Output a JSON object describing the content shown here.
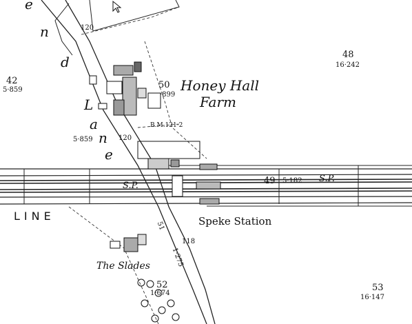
{
  "map": {
    "place_names": {
      "farm_line1": "Honey Hall",
      "farm_line2": "Farm",
      "station": "Speke Station",
      "slades": "The Slades",
      "railway": "LINE"
    },
    "lane_letters": [
      "e",
      "n",
      "d",
      "L",
      "a",
      "n",
      "e"
    ],
    "spot_heights": {
      "h120_top": "120",
      "h120_mid": "120",
      "h118": "118"
    },
    "benchmark": "B.M.121·2",
    "signal_posts": {
      "left": "S.P.",
      "right": "S.P."
    },
    "parcels": [
      {
        "number": "42",
        "area": "5·859"
      },
      {
        "number": "48",
        "area": "16·242"
      },
      {
        "number": "50",
        "area": "·899"
      },
      {
        "number": "49",
        "area": "5·182"
      },
      {
        "number": "52",
        "area": "1·674"
      },
      {
        "number": "53",
        "area": "16·147"
      }
    ],
    "extra_areas": {
      "lane_area": "5·859",
      "road_number": "51",
      "road_area": "1·275"
    }
  }
}
